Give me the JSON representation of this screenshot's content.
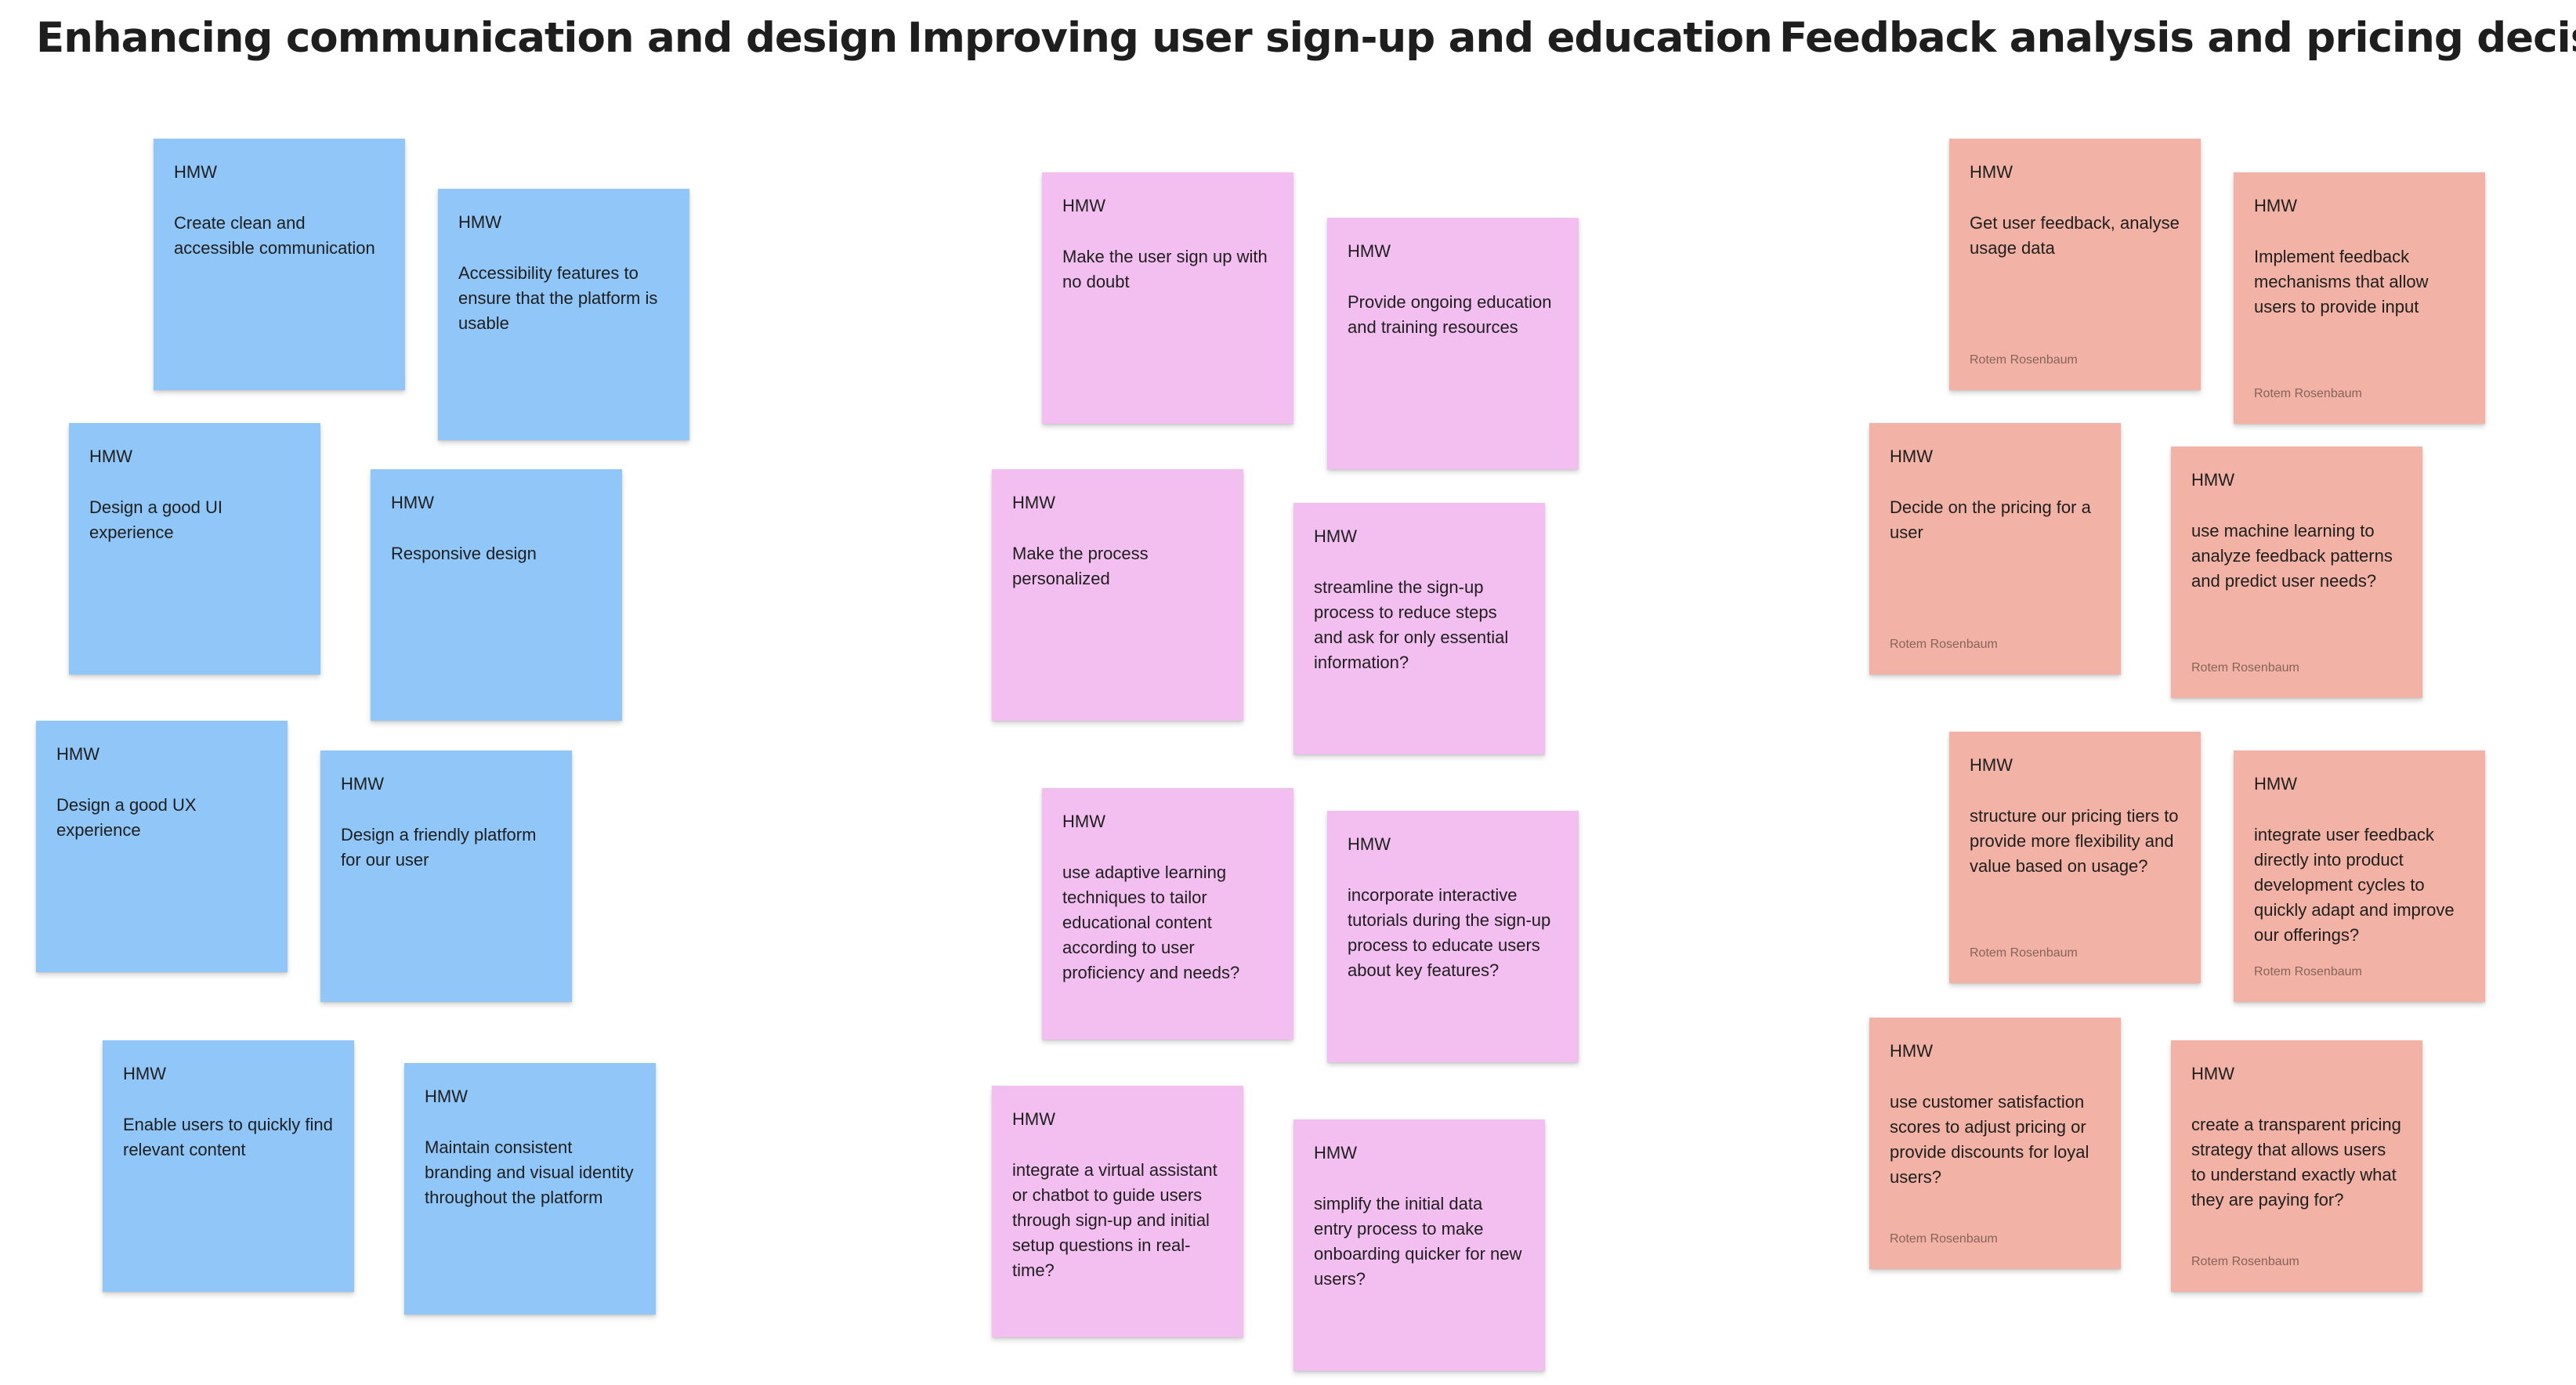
{
  "board": {
    "colors": {
      "blue": "#90c6f8",
      "pink": "#f3bff1",
      "salmon": "#f2b2a5"
    },
    "sections": [
      {
        "title": "Enhancing communication and design",
        "color": "blue",
        "stickies": [
          {
            "tag": "HMW",
            "text": "Create clean and accessible communication"
          },
          {
            "tag": "HMW",
            "text": "Accessibility features to ensure that the platform is usable"
          },
          {
            "tag": "HMW",
            "text": "Design a good UI experience"
          },
          {
            "tag": "HMW",
            "text": "Responsive design"
          },
          {
            "tag": "HMW",
            "text": "Design a good UX experience"
          },
          {
            "tag": "HMW",
            "text": "Design a friendly platform for our user"
          },
          {
            "tag": "HMW",
            "text": "Enable users to quickly find relevant content"
          },
          {
            "tag": "HMW",
            "text": "Maintain consistent branding and visual identity throughout the platform"
          }
        ]
      },
      {
        "title": "Improving user sign-up and education",
        "color": "pink",
        "stickies": [
          {
            "tag": "HMW",
            "text": "Make the user sign up with no doubt"
          },
          {
            "tag": "HMW",
            "text": "Provide ongoing education and training resources"
          },
          {
            "tag": "HMW",
            "text": "Make the process personalized"
          },
          {
            "tag": "HMW",
            "text": "streamline the sign-up process to reduce steps and ask for only essential information?"
          },
          {
            "tag": "HMW",
            "text": "use adaptive learning techniques to tailor educational content according to user proficiency and needs?"
          },
          {
            "tag": "HMW",
            "text": "incorporate interactive tutorials during the sign-up process to educate users about key features?"
          },
          {
            "tag": "HMW",
            "text": "integrate a virtual assistant or chatbot to guide users through sign-up and initial setup questions in real-time?"
          },
          {
            "tag": "HMW",
            "text": "simplify the initial data entry process to make onboarding quicker for new users?"
          }
        ]
      },
      {
        "title": "Feedback analysis and pricing decisions",
        "color": "salmon",
        "stickies": [
          {
            "tag": "HMW",
            "text": "Get user feedback, analyse usage data",
            "author": "Rotem Rosenbaum"
          },
          {
            "tag": "HMW",
            "text": "Implement feedback mechanisms that allow users to provide input",
            "author": "Rotem Rosenbaum"
          },
          {
            "tag": "HMW",
            "text": "Decide on the pricing for a user",
            "author": "Rotem Rosenbaum"
          },
          {
            "tag": "HMW",
            "text": "use machine learning to analyze feedback patterns and predict user needs?",
            "author": "Rotem Rosenbaum"
          },
          {
            "tag": "HMW",
            "text": "structure our pricing tiers to provide more flexibility and value based on usage?",
            "author": "Rotem Rosenbaum"
          },
          {
            "tag": "HMW",
            "text": "integrate user feedback directly into product development cycles to quickly adapt and improve our offerings?",
            "author": "Rotem Rosenbaum"
          },
          {
            "tag": "HMW",
            "text": "use customer satisfaction scores to adjust pricing or provide discounts for loyal users?",
            "author": "Rotem Rosenbaum"
          },
          {
            "tag": "HMW",
            "text": "create a transparent pricing strategy that allows users to understand exactly what they are paying for?",
            "author": "Rotem Rosenbaum"
          }
        ]
      }
    ]
  }
}
